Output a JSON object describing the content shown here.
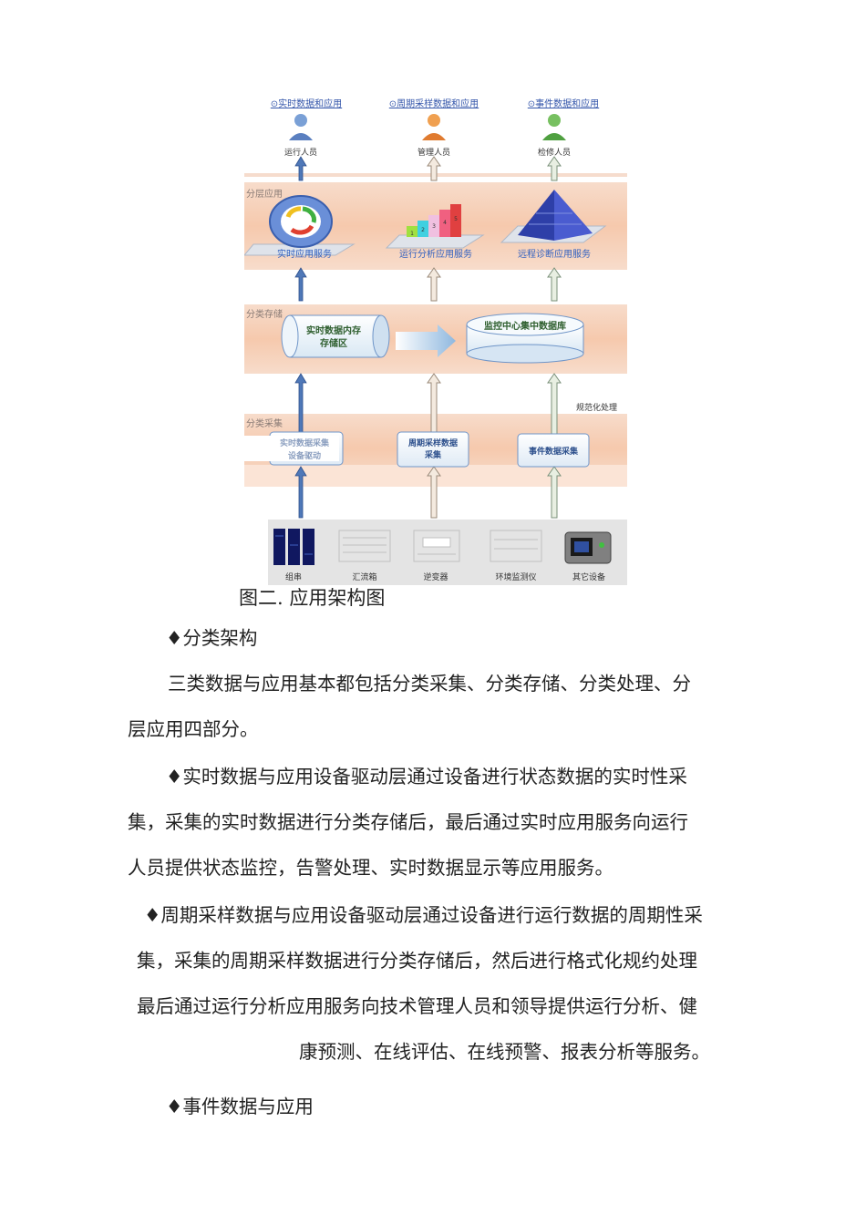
{
  "figure": {
    "top_labels": [
      "⊙实时数据和应用",
      "⊙周期采样数据和应用",
      "⊙事件数据和应用"
    ],
    "roles": [
      "运行人员",
      "管理人员",
      "检修人员"
    ],
    "layer_labels": {
      "app": "分层应用",
      "storage": "分类存储",
      "collect": "分类采集"
    },
    "services": [
      "实时应用服务",
      "运行分析应用服务",
      "远程诊断应用服务"
    ],
    "storage_left": [
      "实时数据内存",
      "存储区"
    ],
    "storage_right": "监控中心集中数据库",
    "normalize_label": "规范化处理",
    "collect_boxes": [
      [
        "实时数据采集",
        "设备驱动"
      ],
      [
        "周期采样数据",
        "采集"
      ],
      [
        "事件数据采集"
      ]
    ],
    "devices": [
      "组串",
      "汇流箱",
      "逆变器",
      "环境监测仪",
      "其它设备"
    ],
    "bar_numbers": [
      "1",
      "2",
      "3",
      "4",
      "5"
    ]
  },
  "caption": "图二. 应用架构图",
  "paragraphs": [
    "♦分类架构",
    "三类数据与应用基本都包括分类采集、分类存储、分类处理、分",
    "层应用四部分。",
    "♦实时数据与应用设备驱动层通过设备进行状态数据的实时性采",
    "集，采集的实时数据进行分类存储后，最后通过实时应用服务向运行",
    "人员提供状态监控，告警处理、实时数据显示等应用服务。",
    "♦周期采样数据与应用设备驱动层通过设备进行运行数据的周期性采",
    "集，采集的周期采样数据进行分类存储后，然后进行格式化规约处理",
    "最后通过运行分析应用服务向技术管理人员和领导提供运行分析、健",
    "康预测、在线评估、在线预警、报表分析等服务。",
    "♦事件数据与应用"
  ]
}
